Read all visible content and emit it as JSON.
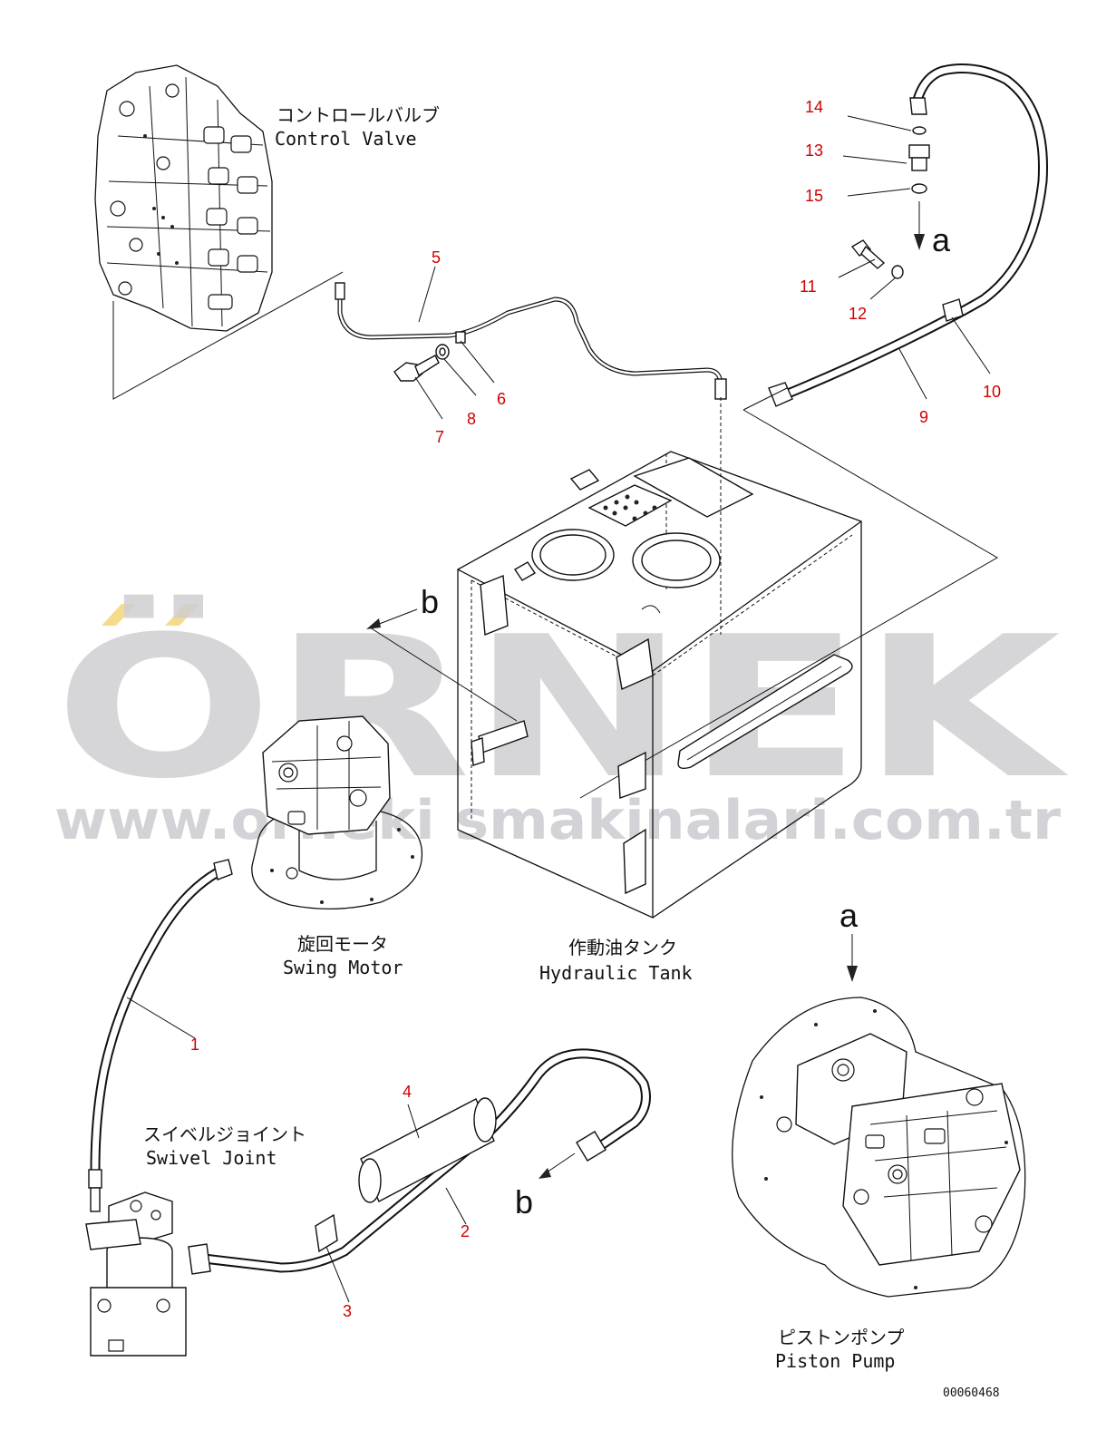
{
  "watermark": {
    "brand": "ÖRNEK",
    "url": "www.orneki smakinalari.com.tr"
  },
  "components": {
    "control_valve": {
      "label_jp": "コントロールバルブ",
      "label_en": "Control Valve"
    },
    "swing_motor": {
      "label_jp": "旋回モータ",
      "label_en": "Swing Motor"
    },
    "hydraulic_tank": {
      "label_jp": "作動油タンク",
      "label_en": "Hydraulic Tank"
    },
    "swivel_joint": {
      "label_jp": "スイベルジョイント",
      "label_en": "Swivel Joint"
    },
    "piston_pump": {
      "label_jp": "ピストンポンプ",
      "label_en": "Piston Pump"
    }
  },
  "callouts": [
    "1",
    "2",
    "3",
    "4",
    "5",
    "6",
    "7",
    "8",
    "9",
    "10",
    "11",
    "12",
    "13",
    "14",
    "15"
  ],
  "view_arrows": {
    "a_top": "a",
    "a_bottom": "a",
    "b_top": "b",
    "b_bottom": "b"
  },
  "drawing_number": "00060468",
  "colors": {
    "callout": "#d00000",
    "line": "#111111",
    "watermark": "#cfcfd3",
    "watermark_accent": "#f4dc8c"
  }
}
